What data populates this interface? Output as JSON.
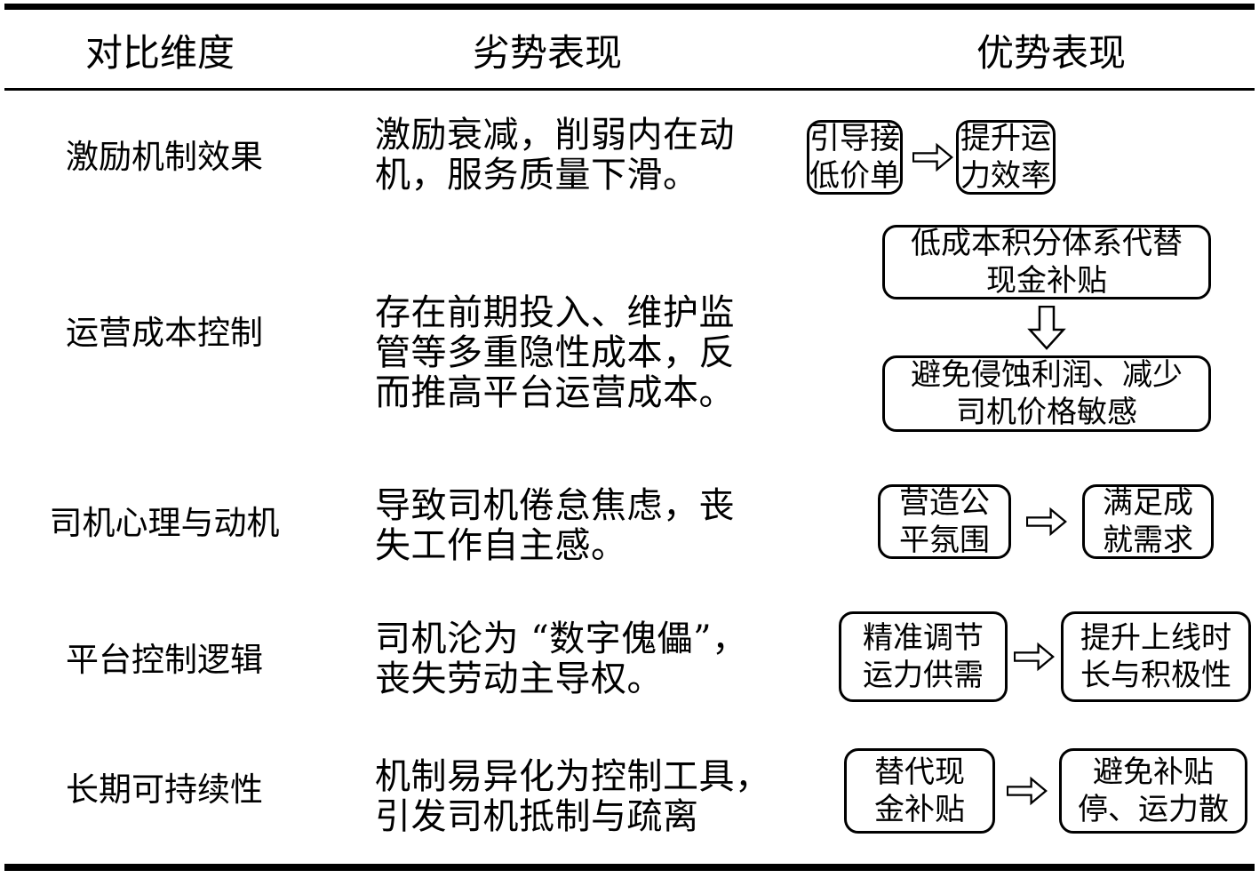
{
  "colors": {
    "text": "#000000",
    "background": "#ffffff",
    "line": "#000000"
  },
  "table": {
    "headers": {
      "dimension": "对比维度",
      "disadvantage": "劣势表现",
      "advantage": "优势表现"
    },
    "rows": [
      {
        "dimension": "激励机制效果",
        "disadvantage": "激励衰减，削弱内在动\n机，服务质量下滑。",
        "flow": {
          "type": "horizontal",
          "from": "引导接\n低价单",
          "to": "提升运\n力效率"
        }
      },
      {
        "dimension": "运营成本控制",
        "disadvantage": "存在前期投入、维护监\n管等多重隐性成本，反\n而推高平台运营成本。",
        "flow": {
          "type": "vertical",
          "from": "低成本积分体系代替\n现金补贴",
          "to": "避免侵蚀利润、减少\n司机价格敏感"
        }
      },
      {
        "dimension": "司机心理与动机",
        "disadvantage": "导致司机倦怠焦虑，丧\n失工作自主感。",
        "flow": {
          "type": "horizontal",
          "from": "营造公\n平氛围",
          "to": "满足成\n就需求"
        }
      },
      {
        "dimension": "平台控制逻辑",
        "disadvantage": "司机沦为 “数字傀儡”，\n丧失劳动主导权。",
        "flow": {
          "type": "horizontal",
          "from": "精准调节\n运力供需",
          "to": "提升上线时\n长与积极性"
        }
      },
      {
        "dimension": "长期可持续性",
        "disadvantage": "机制易异化为控制工具，\n引发司机抵制与疏离",
        "flow": {
          "type": "horizontal",
          "from": "替代现\n金补贴",
          "to": "避免补贴\n停、运力散"
        }
      }
    ]
  }
}
